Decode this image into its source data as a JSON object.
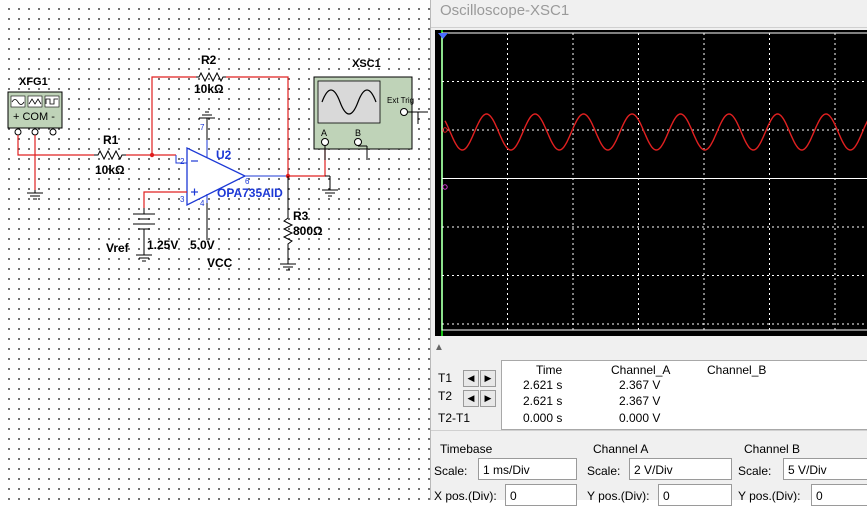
{
  "schematic": {
    "function_generator": {
      "name": "XFG1",
      "terminals": "+ COM -"
    },
    "r1": {
      "name": "R1",
      "value": "10kΩ"
    },
    "r2": {
      "name": "R2",
      "value": "10kΩ"
    },
    "r3": {
      "name": "R3",
      "value": "800Ω"
    },
    "opamp": {
      "name": "U2",
      "part": "OPA735AID",
      "pin_inv": "2",
      "pin_noninv": "3",
      "pin_out": "6",
      "pin_vplus": "7",
      "pin_vminus": "4"
    },
    "vref": {
      "name": "Vref",
      "value": "1.25V"
    },
    "vcc": {
      "name": "VCC",
      "value": "5.0V"
    },
    "oscilloscope": {
      "name": "XSC1",
      "ext_trig": "Ext Trig",
      "ch_a": "A",
      "ch_b": "B"
    }
  },
  "scope": {
    "title": "Oscilloscope-XSC1",
    "cursor": {
      "t1_label": "T1",
      "t2_label": "T2",
      "diff_label": "T2-T1",
      "prev_icon": "arrow-left-icon",
      "next_icon": "arrow-right-icon",
      "headers": {
        "time": "Time",
        "ch_a": "Channel_A",
        "ch_b": "Channel_B"
      },
      "rows": [
        {
          "time": "2.621 s",
          "ch_a": "2.367 V",
          "ch_b": ""
        },
        {
          "time": "2.621 s",
          "ch_a": "2.367 V",
          "ch_b": ""
        },
        {
          "time": "0.000 s",
          "ch_a": "0.000 V",
          "ch_b": ""
        }
      ]
    },
    "timebase": {
      "title": "Timebase",
      "scale_label": "Scale:",
      "scale": "1 ms/Div",
      "pos_label": "X pos.(Div):",
      "pos": "0"
    },
    "channel_a": {
      "title": "Channel A",
      "scale_label": "Scale:",
      "scale": "2  V/Div",
      "pos_label": "Y pos.(Div):",
      "pos": "0"
    },
    "channel_b": {
      "title": "Channel B",
      "scale_label": "Scale:",
      "scale": "5  V/Div",
      "pos_label": "Y pos.(Div):",
      "pos": "0"
    }
  },
  "colors": {
    "wire": "#e02020",
    "trace": "#e02020",
    "grid": "#ffffff",
    "screen": "#000000",
    "component_blue": "#1d39d6"
  }
}
